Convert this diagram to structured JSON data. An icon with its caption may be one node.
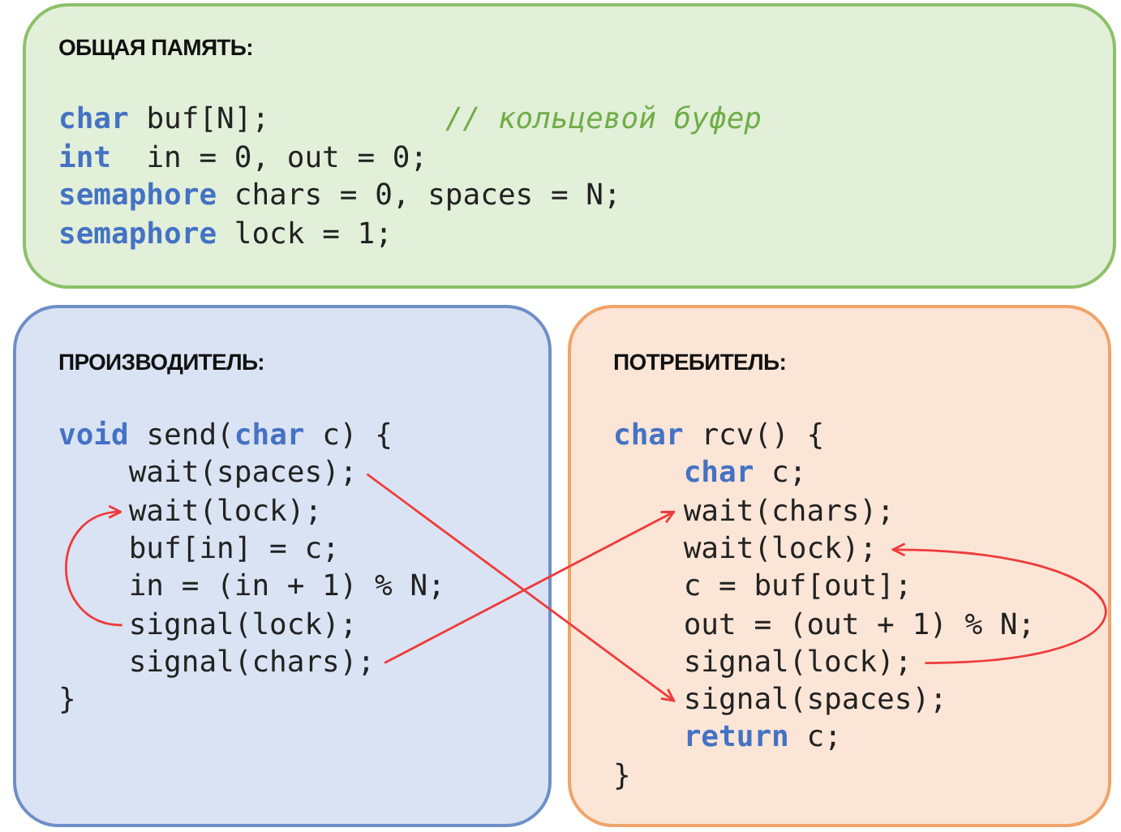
{
  "diagram": {
    "nodes": [
      {
        "text": [
          "ОБЩАЯ ПАМЯТЬ:"
        ]
      },
      {
        "text": [
          "**char** buf[N];          *// кольцевой буфер*"
        ],
        "in": 0
      },
      {
        "text": [
          "**int**  in = 0, out = 0;"
        ],
        "in": 0
      },
      {
        "text": [
          "**semaphore** chars = 0, spaces = N;"
        ],
        "in": 0
      },
      {
        "text": [
          "**semaphore** lock = 1;"
        ],
        "in": 0
      },
      {
        "text": [
          "ПРОИЗВОДИТЕЛЬ:"
        ]
      },
      {
        "text": [
          "**void** send(**char** c) {"
        ],
        "in": 5
      },
      {
        "text": [
          "wait(spaces);"
        ],
        "in": 5
      },
      {
        "text": [
          "wait(lock);"
        ],
        "in": 5
      },
      {
        "text": [
          "buf[in] = c;"
        ],
        "in": 5
      },
      {
        "text": [
          "in = (in + 1) % N;"
        ],
        "in": 5
      },
      {
        "text": [
          "signal(lock);"
        ],
        "in": 5
      },
      {
        "text": [
          "signal(chars);"
        ],
        "in": 5
      },
      {
        "text": [
          "}"
        ],
        "in": 5
      },
      {
        "text": [
          "ПОТРЕБИТЕЛЬ:"
        ]
      },
      {
        "text": [
          "**char** rcv() {"
        ],
        "in": 14
      },
      {
        "text": [
          "**char** c;"
        ],
        "in": 14
      },
      {
        "text": [
          "wait(chars);"
        ],
        "in": 14
      },
      {
        "text": [
          "wait(lock);"
        ],
        "in": 14
      },
      {
        "text": [
          "c = buf[out];"
        ],
        "in": 14
      },
      {
        "text": [
          "out = (out + 1) % N;"
        ],
        "in": 14
      },
      {
        "text": [
          "signal(lock);"
        ],
        "in": 14
      },
      {
        "text": [
          "signal(spaces);"
        ],
        "in": 14
      },
      {
        "text": [
          "**return** c;"
        ],
        "in": 14
      },
      {
        "text": [
          "}"
        ],
        "in": 14
      }
    ],
    "edges": [
      {
        "from": 11,
        "to": 8,
        "arrow": "to"
      },
      {
        "from": 7,
        "to": 22,
        "arrow": "to"
      },
      {
        "from": 12,
        "to": 17,
        "arrow": "to"
      },
      {
        "from": 21,
        "to": 18,
        "arrow": "to"
      }
    ]
  }
}
